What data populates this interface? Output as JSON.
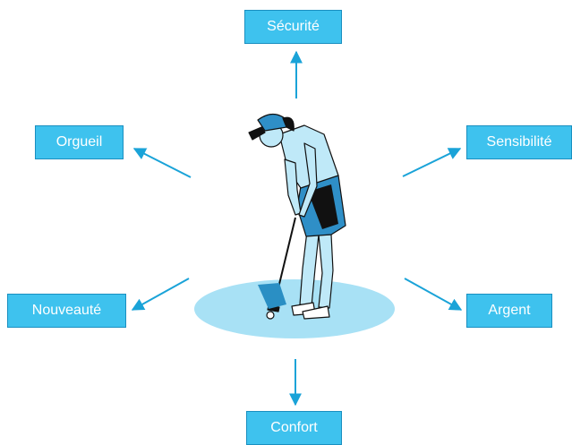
{
  "diagram": {
    "center_image": "golfer-putting-icon",
    "nodes": [
      {
        "id": "securite",
        "label": "Sécurité"
      },
      {
        "id": "orgueil",
        "label": "Orgueil"
      },
      {
        "id": "sensibilite",
        "label": "Sensibilité"
      },
      {
        "id": "nouveaute",
        "label": "Nouveauté"
      },
      {
        "id": "argent",
        "label": "Argent"
      },
      {
        "id": "confort",
        "label": "Confort"
      }
    ],
    "colors": {
      "box_fill": "#3ec2ee",
      "arrow": "#1aa3d8",
      "shadow_ellipse": "#a8e1f5",
      "figure_fill": "#bfe9f8",
      "figure_outline": "#111111"
    }
  }
}
